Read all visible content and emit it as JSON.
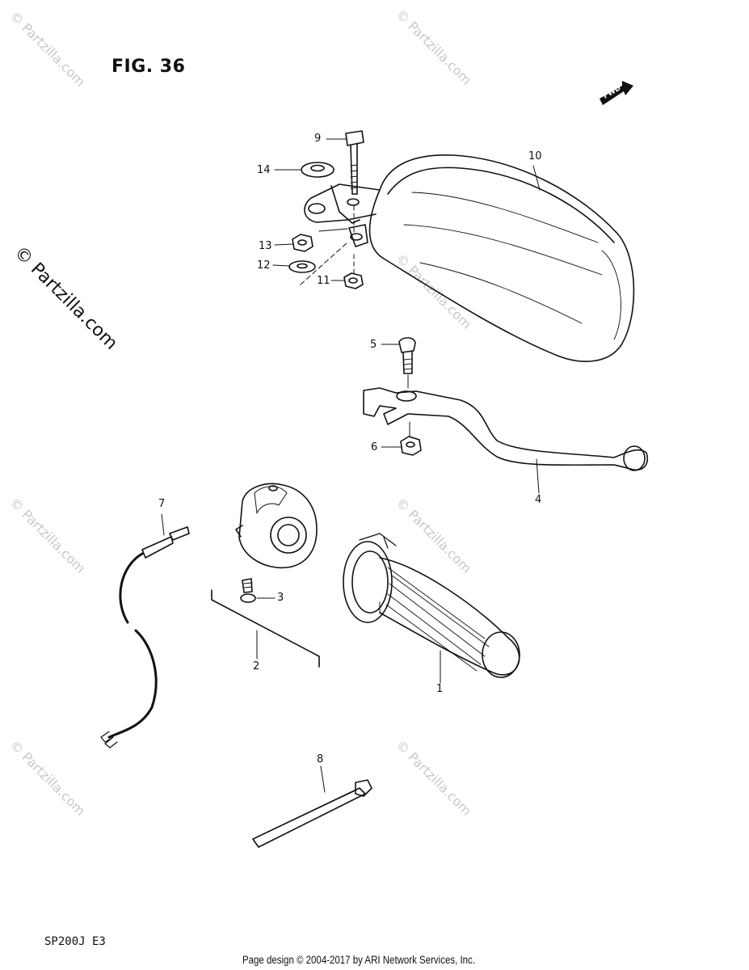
{
  "figure": {
    "title": "FIG. 36",
    "model_code": "SP200J E3",
    "fwd_label": "FWD"
  },
  "watermark": {
    "text": "© Partzilla.com"
  },
  "footer": {
    "text": "Page design © 2004-2017 by ARI Network Services, Inc."
  },
  "callouts": [
    "9",
    "14",
    "10",
    "13",
    "12",
    "11",
    "5",
    "6",
    "4",
    "7",
    "3",
    "2",
    "1",
    "8"
  ]
}
